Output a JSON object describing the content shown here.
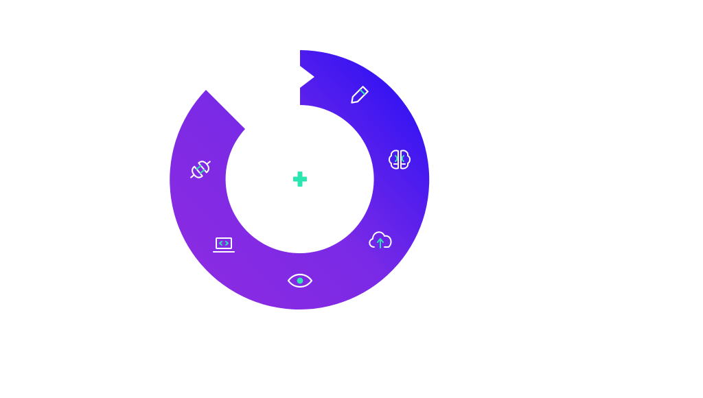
{
  "diagram": {
    "colors": {
      "ring_start": "#8a2be2",
      "ring_end": "#2a10f5",
      "icon_stroke": "#ffffff",
      "accent": "#2be6b0",
      "background": "#ffffff"
    },
    "center_icon": "plus-icon",
    "stages": [
      {
        "id": "design",
        "icon": "pencil-icon"
      },
      {
        "id": "intelligence",
        "icon": "brain-icon"
      },
      {
        "id": "deploy",
        "icon": "cloud-upload-icon"
      },
      {
        "id": "monitor",
        "icon": "eye-icon"
      },
      {
        "id": "develop",
        "icon": "laptop-code-icon"
      },
      {
        "id": "integrate",
        "icon": "plug-icon"
      }
    ]
  }
}
